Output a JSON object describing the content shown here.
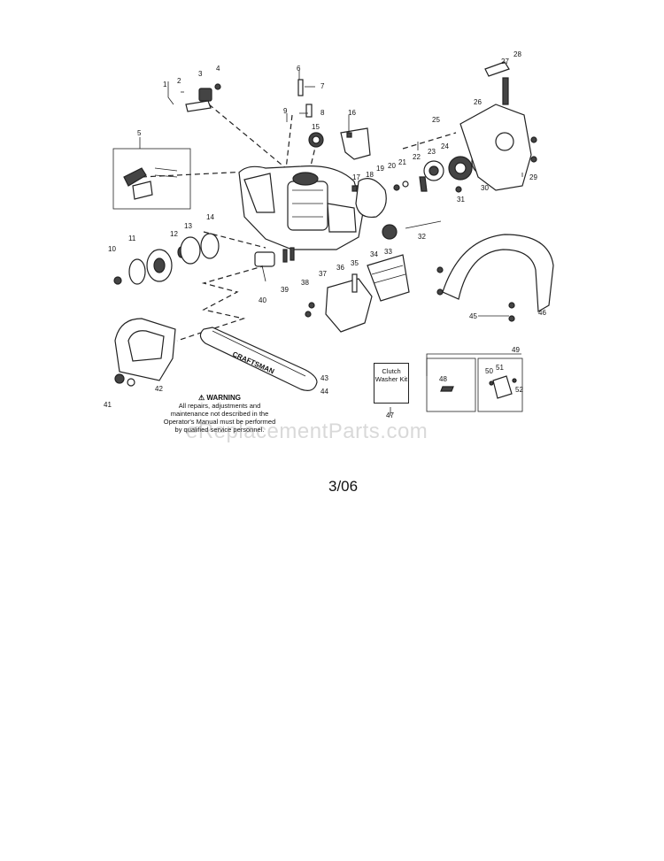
{
  "diagram": {
    "brand_text": "CRAFTSMAN",
    "warning": {
      "title": "WARNING",
      "body": "All repairs, adjustments and maintenance not described in the Operator's Manual must be performed by qualified service personnel."
    },
    "kit_label": "Clutch Washer Kit",
    "watermark": "eReplacementParts.com",
    "date_code": "3/06",
    "callouts": [
      "1",
      "2",
      "3",
      "4",
      "5",
      "6",
      "7",
      "8",
      "9",
      "10",
      "11",
      "12",
      "13",
      "14",
      "15",
      "16",
      "17",
      "18",
      "19",
      "20",
      "21",
      "22",
      "23",
      "24",
      "25",
      "26",
      "27",
      "28",
      "29",
      "30",
      "31",
      "32",
      "33",
      "34",
      "35",
      "36",
      "37",
      "38",
      "39",
      "40",
      "41",
      "42",
      "43",
      "44",
      "45",
      "46",
      "47",
      "48",
      "49",
      "50",
      "51",
      "52"
    ]
  }
}
